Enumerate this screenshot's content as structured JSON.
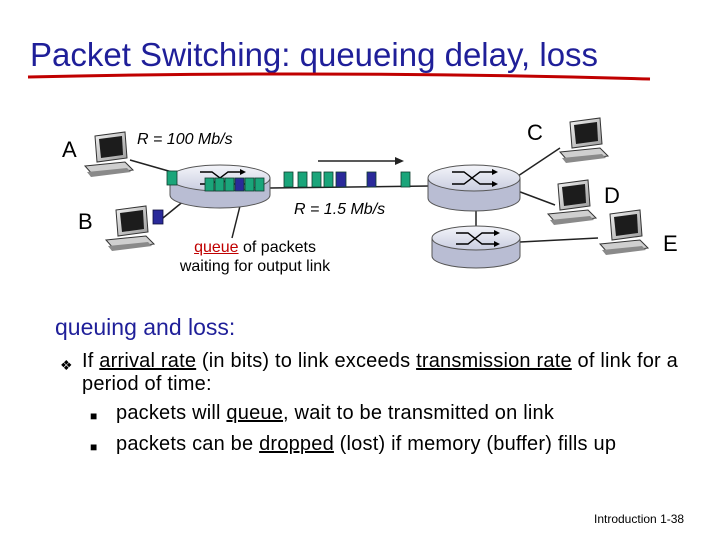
{
  "title": "Packet Switching: queueing delay, loss",
  "colors": {
    "title": "#1f1f99",
    "underline": "#c00000",
    "packet_green": "#1aa57a",
    "packet_blue": "#2a2a9a",
    "router_body": "#d3d6e6",
    "queue_highlight": "#c00000"
  },
  "diagram": {
    "host_a_label": "A",
    "host_b_label": "B",
    "host_c_label": "C",
    "host_d_label": "D",
    "host_e_label": "E",
    "rate_access": "R = 100 Mb/s",
    "rate_link": "R = 1.5 Mb/s",
    "queue_word": "queue",
    "queue_rest": " of packets",
    "queue_line2": "waiting for output link"
  },
  "content": {
    "section_heading": "queuing and loss:",
    "bullet1_pre": "If ",
    "bullet1_u1": "arrival rate",
    "bullet1_mid": " (in bits) to link exceeds ",
    "bullet1_u2": "transmission rate",
    "bullet1_post": " of link for a period of time:",
    "sub1_pre": "packets will ",
    "sub1_u": "queue",
    "sub1_post": ", wait to be transmitted on link",
    "sub2_pre": "packets can be ",
    "sub2_u": "dropped",
    "sub2_post": " (lost) if memory (buffer) fills up"
  },
  "footer": {
    "chapter": "Introduction",
    "page": "1-38"
  },
  "icons": [
    "desktop-computer-icon",
    "router-icon",
    "diamond-bullet-icon",
    "square-bullet-icon"
  ]
}
